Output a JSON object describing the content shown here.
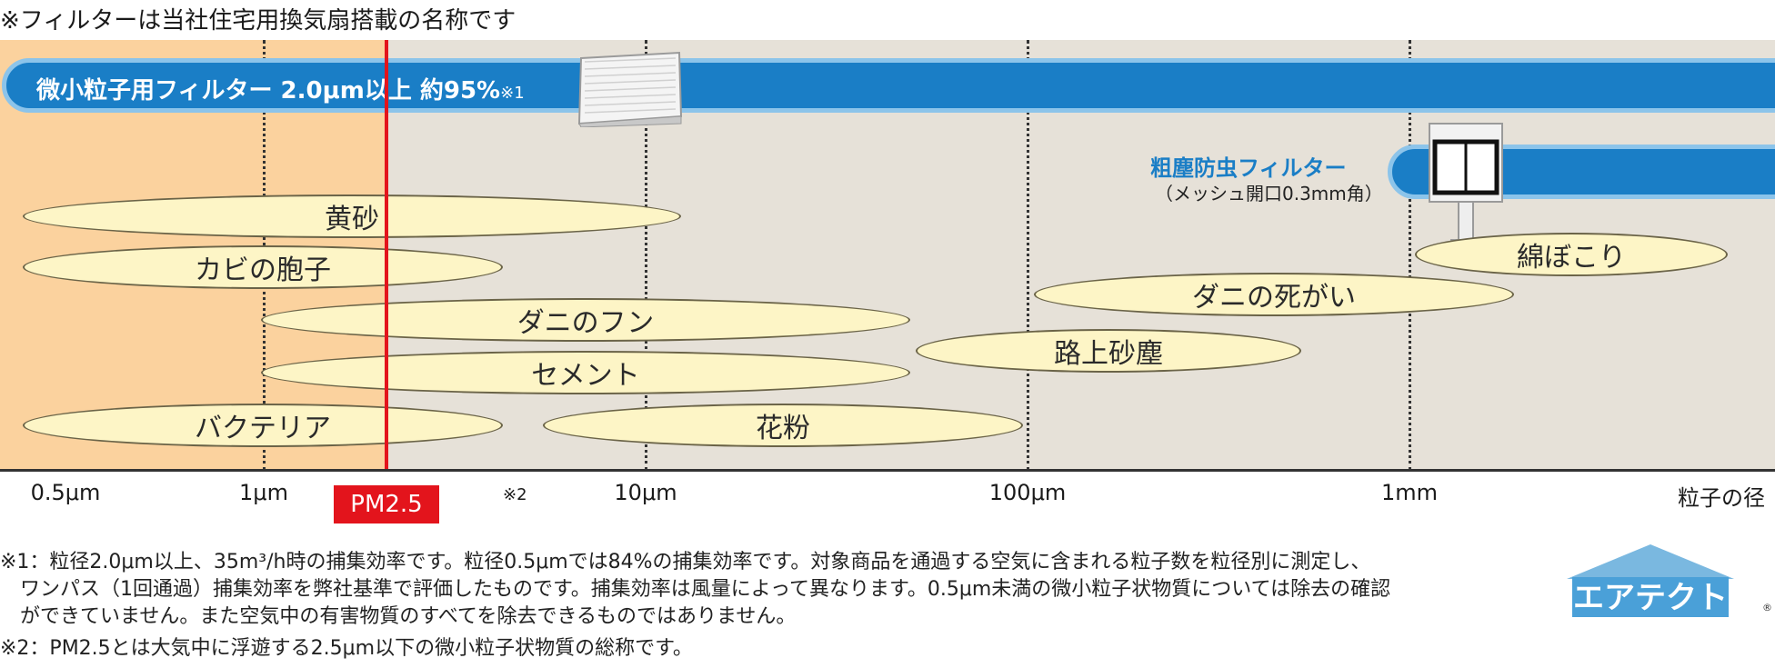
{
  "top_note": "※フィルターは当社住宅用換気扇搭載の名称です",
  "fine_filter": {
    "label": "微小粒子用フィルター 2.0μm以上 約95%",
    "note_mark": "※1"
  },
  "coarse_filter": {
    "label": "粗塵防虫フィルター",
    "sub": "（メッシュ開口0.3mm角）"
  },
  "particles": [
    {
      "name": "黄砂"
    },
    {
      "name": "カビの胞子"
    },
    {
      "name": "ダニのフン"
    },
    {
      "name": "セメント"
    },
    {
      "name": "バクテリア"
    },
    {
      "name": "花粉"
    },
    {
      "name": "路上砂塵"
    },
    {
      "name": "ダニの死がい"
    },
    {
      "name": "綿ぼこり"
    }
  ],
  "axis": {
    "ticks": [
      "0.5μm",
      "1μm",
      "10μm",
      "100μm",
      "1mm"
    ],
    "title": "粒子の径",
    "pm_label": "PM2.5",
    "note2_mark": "※2"
  },
  "footnotes": [
    "※1：粒径2.0μm以上、35m³/h時の捕集効率です。粒径0.5μmでは84%の捕集効率です。対象商品を通過する空気に含まれる粒子数を粒径別に測定し、",
    "　ワンパス（1回通過）捕集効率を弊社基準で評価したものです。捕集効率は風量によって異なります。0.5μm未満の微小粒子状物質については除去の確認",
    "　ができていません。また空気中の有害物質のすべてを除去できるものではありません。",
    "※2：PM2.5とは大気中に浮遊する2.5μm以下の微小粒子状物質の総称です。"
  ],
  "logo": {
    "text": "エアテクト",
    "mark": "®"
  },
  "colors": {
    "band_blue": "#1a7ec6",
    "band_border": "#8cc4ea",
    "orange_zone": "#fbd29e",
    "pm_red": "#e3141c",
    "ellipse_fill": "#fdf5c6",
    "plot_bg": "#e6e1d8"
  }
}
